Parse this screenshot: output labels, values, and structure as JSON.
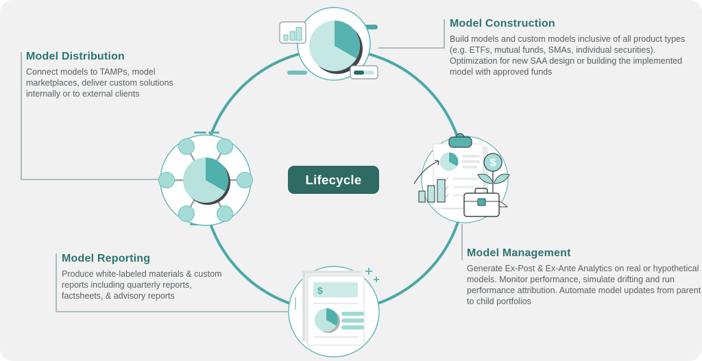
{
  "center": {
    "label": "Lifecycle",
    "background": "#2e6a63",
    "text_color": "#ffffff"
  },
  "sections": [
    {
      "id": "construction",
      "title": "Model Construction",
      "description": "Build models and custom models inclusive of all product types (e.g. ETFs, mutual funds, SMAs, individual securities). Optimization for new SAA design or building the implemented model with approved funds",
      "icon": "pie-chart-analytics-icon",
      "position": "top"
    },
    {
      "id": "distribution",
      "title": "Model Distribution",
      "description": "Connect models to TAMPs, model marketplaces, deliver custom solutions internally or to external clients",
      "icon": "distribution-network-icon",
      "position": "left"
    },
    {
      "id": "management",
      "title": "Model Management",
      "description": "Generate Ex-Post & Ex-Ante Analytics on real or hypothetical models. Monitor performance, simulate drifting and run performance attribution. Automate model updates from parent to child portfolios",
      "icon": "portfolio-management-icon",
      "position": "right"
    },
    {
      "id": "reporting",
      "title": "Model Reporting",
      "description": "Produce white-labeled materials & custom reports including quarterly reports, factsheets, & advisory reports",
      "icon": "report-document-icon",
      "position": "bottom"
    }
  ],
  "colors": {
    "panel_background": "#f1f1f2",
    "ring_teal": "#4aa8a5",
    "node_outline_teal": "#5fb6b2",
    "light_teal": "#c6e8e4",
    "mid_teal": "#57b3af",
    "dark_teal_button": "#2e6a63",
    "heading_teal": "#2a756e",
    "body_gray": "#5a5f63",
    "connector_gray": "#97aeab"
  }
}
